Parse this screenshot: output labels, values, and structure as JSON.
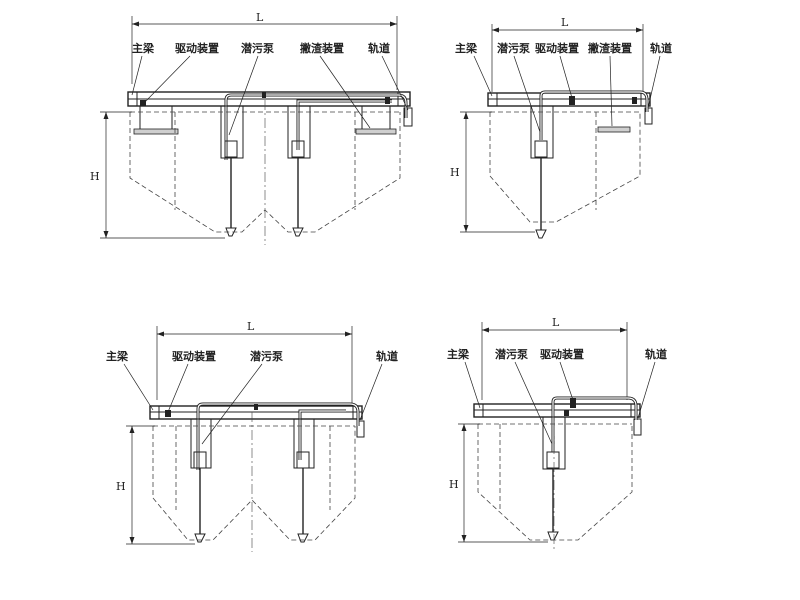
{
  "labels": {
    "main_beam": "主梁",
    "drive_device": "驱动装置",
    "sewage_pump": "潜污泵",
    "skimming_device": "撇渣装置",
    "track": "轨道",
    "length": "L",
    "height": "H"
  },
  "colors": {
    "line": "#222222",
    "background": "#ffffff",
    "fill_gray": "#cfcfcf"
  }
}
